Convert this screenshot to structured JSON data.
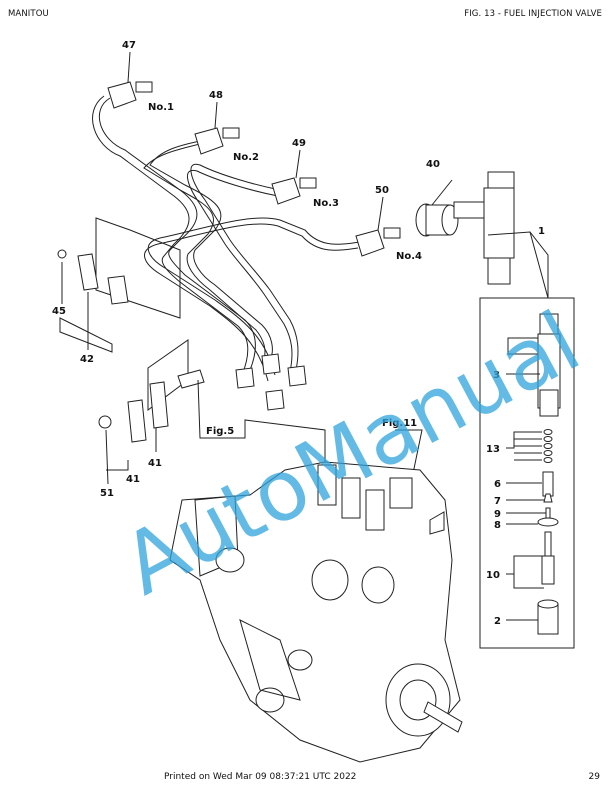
{
  "header": {
    "left": "MANITOU",
    "right": "FIG. 13 - FUEL INJECTION VALVE"
  },
  "footer": {
    "printed": "Printed on  Wed Mar 09 08:37:21 UTC 2022",
    "page": "29"
  },
  "watermark": {
    "text": "AutoManual",
    "color": "#2ea3dd"
  },
  "diagram": {
    "callouts": {
      "c47": "47",
      "c48": "48",
      "c49": "49",
      "c50": "50",
      "c40": "40",
      "c1": "1",
      "c3": "3",
      "c13": "13",
      "c6": "6",
      "c7": "7",
      "c9": "9",
      "c8": "8",
      "c10": "10",
      "c2": "2",
      "c45": "45",
      "c42": "42",
      "c41a": "41",
      "c41b": "41",
      "c51": "51"
    },
    "pipe_labels": {
      "no1": "No.1",
      "no2": "No.2",
      "no3": "No.3",
      "no4": "No.4"
    },
    "refs": {
      "fig5": "Fig.5",
      "fig11": "Fig.11"
    }
  }
}
